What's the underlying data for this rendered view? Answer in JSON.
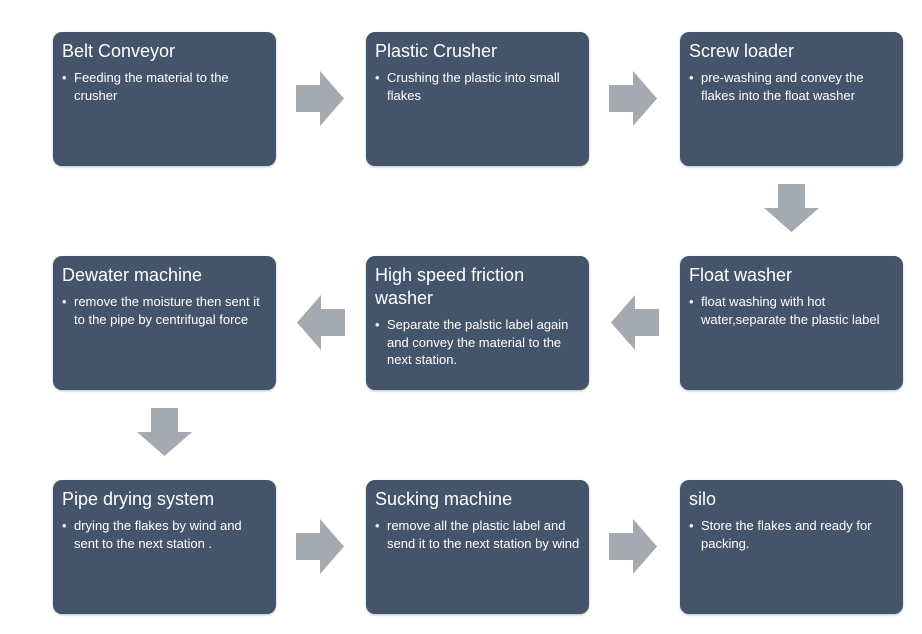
{
  "diagram": {
    "steps": [
      {
        "title": "Belt Conveyor",
        "bullet": "•",
        "description": "Feeding the material to the crusher"
      },
      {
        "title": "Plastic Crusher",
        "bullet": "•",
        "description": "Crushing the plastic into small flakes"
      },
      {
        "title": "Screw loader",
        "bullet": "•",
        "description": "pre-washing and convey the flakes into the float washer"
      },
      {
        "title": "Float washer",
        "bullet": "•",
        "description": "float washing with hot water,separate the plastic label"
      },
      {
        "title": "High speed friction washer",
        "bullet": "•",
        "description": "Separate the palstic label again and convey the material to the next station."
      },
      {
        "title": "Dewater machine",
        "bullet": "•",
        "description": "remove the moisture then sent it to the pipe by centrifugal force"
      },
      {
        "title": "Pipe drying system",
        "bullet": "•",
        "description": "drying the flakes by wind and sent to the next station ."
      },
      {
        "title": "Sucking machine",
        "bullet": "•",
        "description": "remove all the plastic label and send it to the next station by wind"
      },
      {
        "title": "silo",
        "bullet": "•",
        "description": "Store the flakes and ready for packing."
      }
    ],
    "colors": {
      "box_fill": "#44546a",
      "box_text": "#ffffff",
      "arrow_fill": "#a5aab2",
      "background": "#ffffff"
    },
    "arrow_directions": [
      "right",
      "right",
      "down",
      "left",
      "left",
      "down",
      "right",
      "right"
    ]
  }
}
